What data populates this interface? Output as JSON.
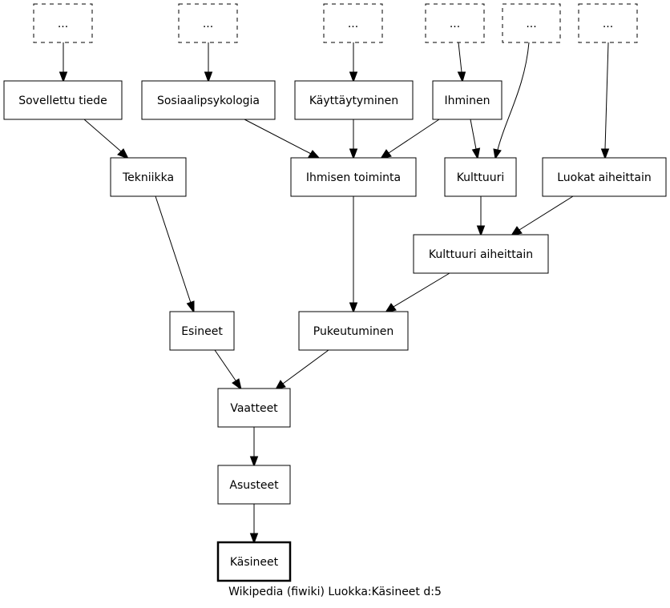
{
  "nodes": {
    "more_1": "...",
    "more_2": "...",
    "more_3": "...",
    "more_4": "...",
    "more_5": "...",
    "more_6": "...",
    "sovellettu_tiede": "Sovellettu tiede",
    "sosiaalipsykologia": "Sosiaalipsykologia",
    "kayttaytyminen": "Käyttäytyminen",
    "ihminen": "Ihminen",
    "tekniikka": "Tekniikka",
    "ihmisen_toiminta": "Ihmisen toiminta",
    "kulttuuri": "Kulttuuri",
    "luokat_aiheittain": "Luokat aiheittain",
    "kulttuuri_aiheittain": "Kulttuuri aiheittain",
    "esineet": "Esineet",
    "pukeutuminen": "Pukeutuminen",
    "vaatteet": "Vaatteet",
    "asusteet": "Asusteet",
    "kasineet": "Käsineet"
  },
  "caption": "Wikipedia (fiwiki) Luokka:Käsineet d:5"
}
